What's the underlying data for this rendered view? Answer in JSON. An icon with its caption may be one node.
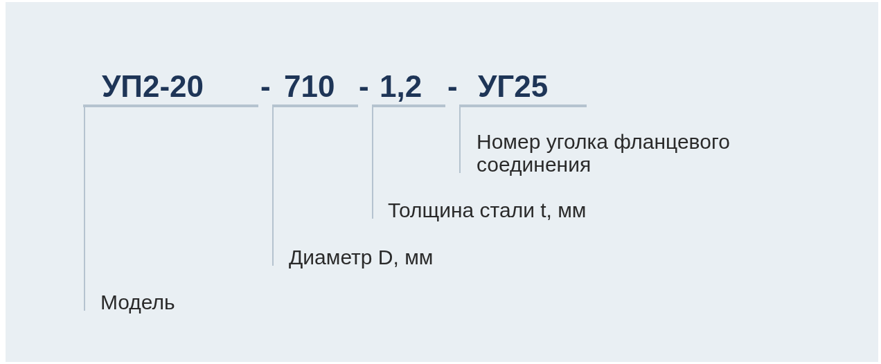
{
  "diagram": {
    "nodes": [
      {
        "text": [
          "УП2-20"
        ]
      },
      {
        "text": [
          "710"
        ]
      },
      {
        "text": [
          "1,2"
        ]
      },
      {
        "text": [
          "УГ25"
        ]
      },
      {
        "text": [
          "Номер уголка фланцевого соединения"
        ]
      },
      {
        "text": [
          "Толщина стали t,  мм"
        ]
      },
      {
        "text": [
          "Диаметр D,  мм"
        ]
      },
      {
        "text": [
          "Модель"
        ]
      }
    ],
    "edges": [
      {
        "from": 4,
        "to": 3,
        "arrow": "none"
      },
      {
        "from": 5,
        "to": 2,
        "arrow": "none"
      },
      {
        "from": 6,
        "to": 1,
        "arrow": "none"
      },
      {
        "from": 7,
        "to": 0,
        "arrow": "none"
      }
    ],
    "labels": [
      "-",
      "-",
      "-"
    ]
  }
}
